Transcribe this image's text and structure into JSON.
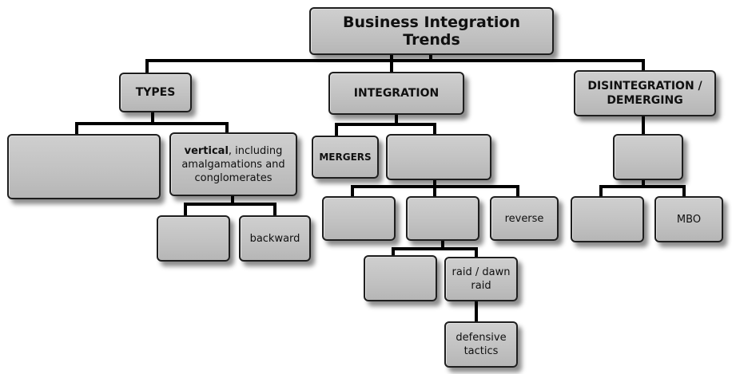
{
  "diagram": {
    "root": {
      "title": "Business Integration Trends"
    },
    "types": {
      "label": "TYPES",
      "box1": "",
      "vertical": {
        "bold": "vertical",
        "rest": ", including amalgamations and conglomerates",
        "box1": "",
        "backward": "backward"
      }
    },
    "integration": {
      "label": "INTEGRATION",
      "mergers": "MERGERS",
      "box2": "",
      "row": {
        "box1": "",
        "box2": "",
        "reverse": "reverse"
      },
      "takeover": {
        "box1": "",
        "raid": "raid / dawn raid",
        "defensive": "defensive tactics"
      }
    },
    "disintegration": {
      "label": "DISINTEGRATION / DEMERGING",
      "box1": "",
      "row": {
        "box1": "",
        "mbo": "MBO"
      }
    }
  }
}
